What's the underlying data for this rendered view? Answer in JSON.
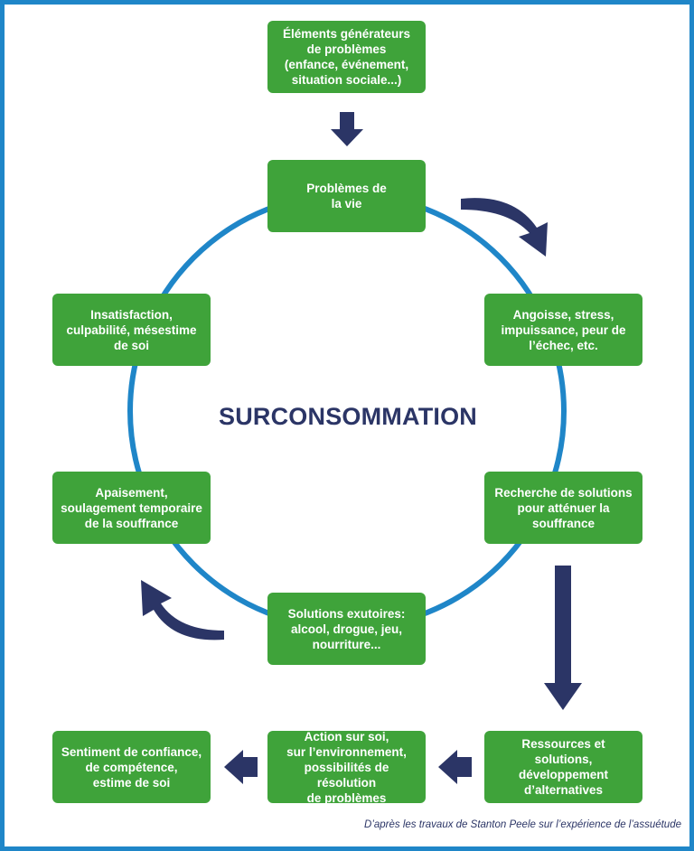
{
  "diagram": {
    "center_label": "SURCONSOMMATION",
    "caption": "D’après les travaux de Stanton Peele sur l’expérience de l’assuétude",
    "colors": {
      "node_fill": "#3fa33a",
      "circle": "#1f86c8",
      "arrow": "#2b3566",
      "border": "#1f86c8"
    },
    "nodes": {
      "origins": "Éléments générateurs\nde problèmes\n(enfance, événement,\nsituation sociale...)",
      "life_problems": "Problèmes de\nla vie",
      "anxiety": "Angoisse, stress,\nimpuissance, peur de\nl’échec, etc.",
      "search_solutions": "Recherche de solutions\npour atténuer la\nsouffrance",
      "escape_solutions": "Solutions exutoires:\nalcool, drogue, jeu,\nnourriture...",
      "relief": "Apaisement,\nsoulagement temporaire\nde la souffrance",
      "dissatisfaction": "Insatisfaction,\nculpabilité, mésestime\nde soi",
      "resources": "Ressources et solutions,\ndéveloppement\nd’alternatives",
      "action": "Action sur soi,\nsur l’environnement,\npossibilités de résolution\nde problèmes",
      "confidence": "Sentiment de confiance,\nde compétence,\nestime de soi"
    }
  }
}
